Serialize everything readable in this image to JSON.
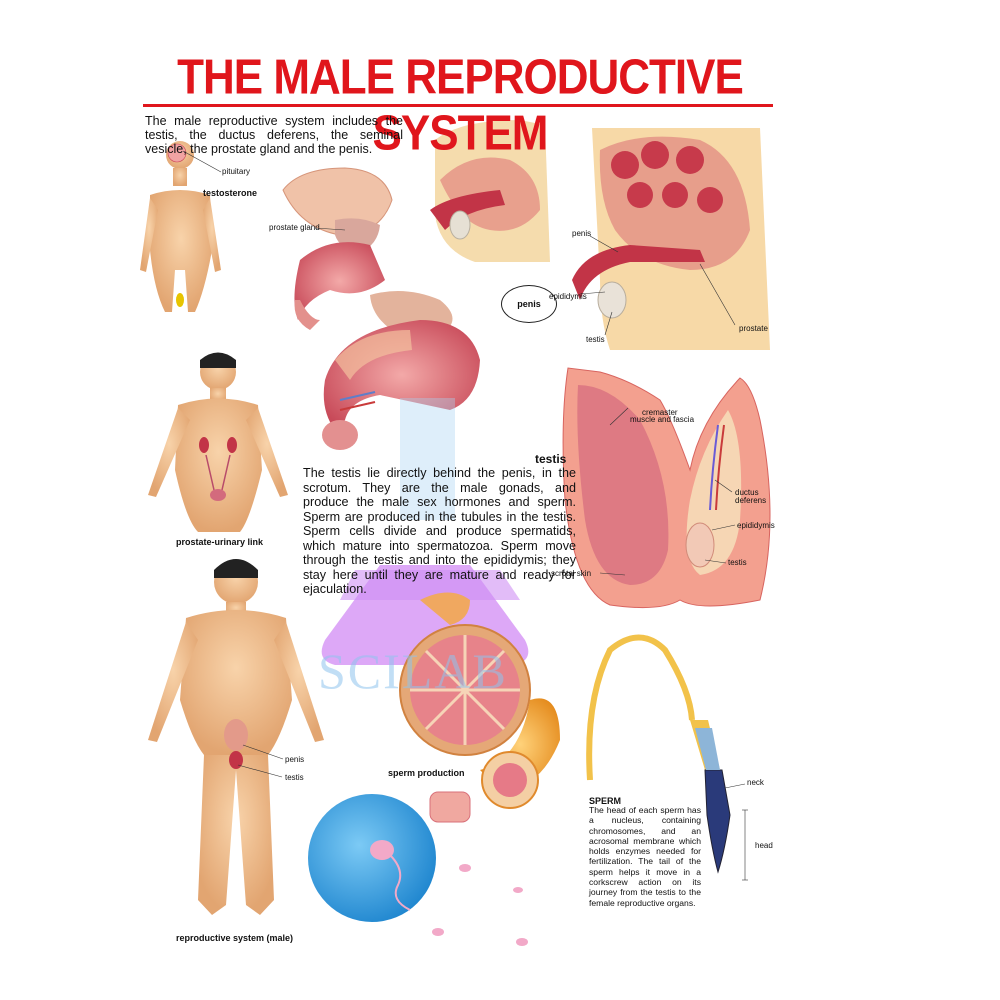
{
  "title": "THE MALE REPRODUCTIVE SYSTEM",
  "intro": "The male reproductive system includes the testis, the ductus deferens, the seminal vesicle, the prostate gland and the penis.",
  "figures": {
    "brain_body": {
      "label_pituitary": "pituitary",
      "caption": "testosterone"
    },
    "prostate_closeup": {
      "label_prostate_gland": "prostate gland"
    },
    "penis_oval": "penis",
    "section": {
      "label_penis": "penis",
      "label_epididymis": "epididymis",
      "label_testis": "testis",
      "label_prostate": "prostate"
    },
    "urinary_body": {
      "caption": "prostate-urinary link"
    },
    "testis_section": {
      "heading": "testis",
      "label_cremaster": "cremaster",
      "label_muscle": "muscle and fascia",
      "label_ductus1": "ductus",
      "label_ductus2": "deferens",
      "label_epididymis": "epididymis",
      "label_testis": "testis",
      "label_scrotal": "scrotal skin"
    },
    "full_body": {
      "label_penis": "penis",
      "label_testis": "testis",
      "caption": "reproductive system (male)"
    },
    "sperm_production": {
      "caption": "sperm production"
    },
    "sperm": {
      "label_neck": "neck",
      "label_head": "head",
      "heading": "SPERM",
      "text": "The head of each sperm has a nucleus, containing chromosomes, and an acrosomal membrane which holds enzymes needed for fertilization. The tail of the sperm helps it move in a corkscrew action on its journey from the testis to the female reproductive organs."
    }
  },
  "testis_paragraph": "The testis lie directly behind the penis, in the scrotum. They are the male gonads, and produce the male sex hormones and sperm. Sperm are produced in the tubules in the testis. Sperm cells divide and produce spermatids, which mature into spermatozoa. Sperm move through the testis and into the epididymis; they stay here until they are mature and ready for ejaculation.",
  "watermark": "SCILAB",
  "colors": {
    "title_red": "#e0161c",
    "skin": "#f2c08f",
    "tissue_pink": "#e8828a",
    "tissue_dark": "#c23447",
    "egg_blue": "#3ea6e6",
    "watermark_purple": "#c77cf2"
  }
}
